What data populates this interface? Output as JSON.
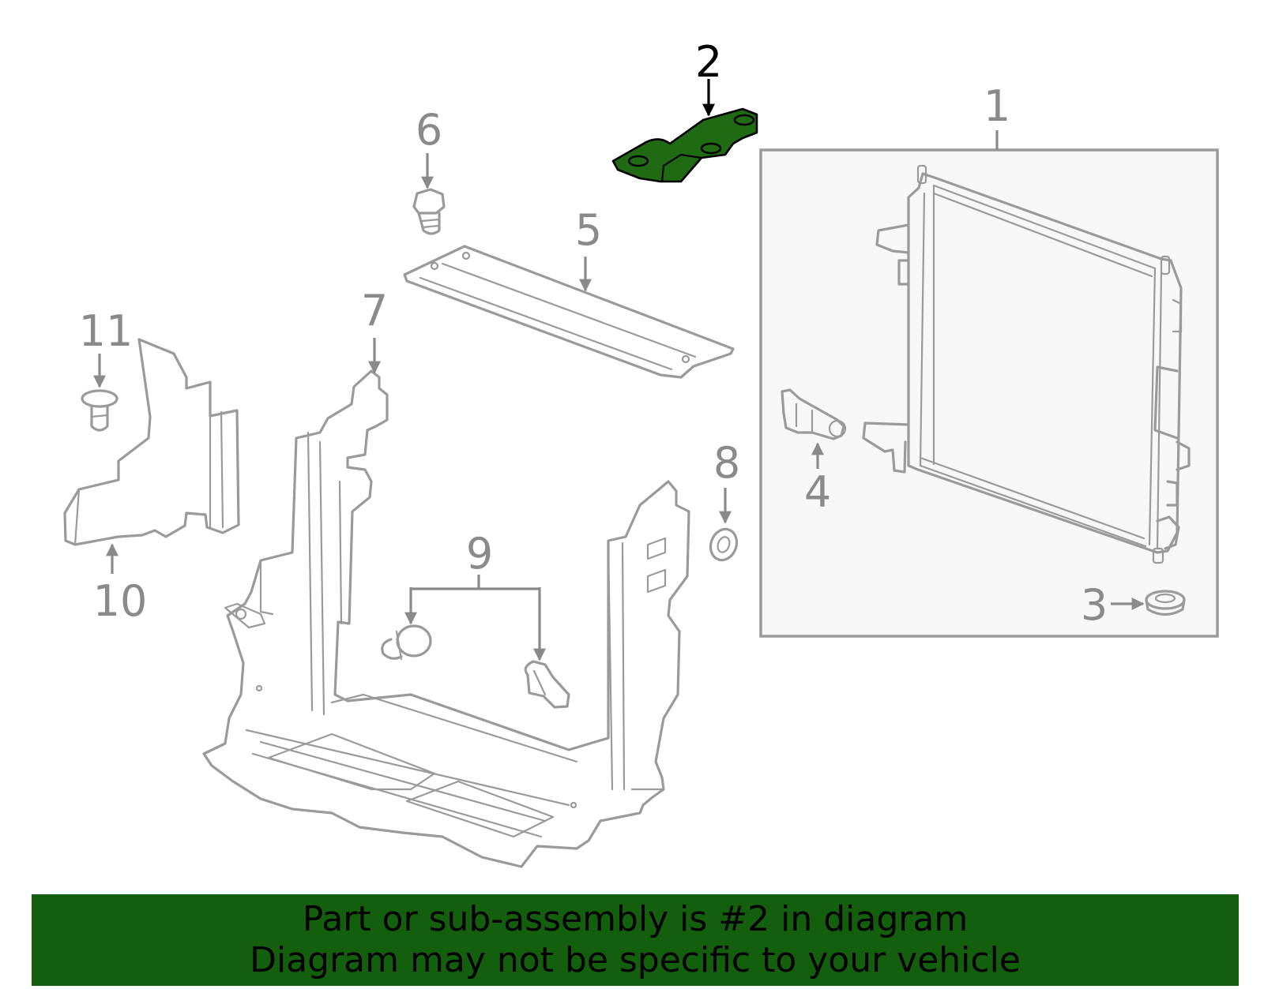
{
  "diagram": {
    "callouts": [
      {
        "id": "1",
        "text": "1"
      },
      {
        "id": "2",
        "text": "2",
        "highlighted": true
      },
      {
        "id": "3",
        "text": "3"
      },
      {
        "id": "4",
        "text": "4"
      },
      {
        "id": "5",
        "text": "5"
      },
      {
        "id": "6",
        "text": "6"
      },
      {
        "id": "7",
        "text": "7"
      },
      {
        "id": "8",
        "text": "8"
      },
      {
        "id": "9",
        "text": "9"
      },
      {
        "id": "10",
        "text": "10"
      },
      {
        "id": "11",
        "text": "11"
      }
    ],
    "colors": {
      "highlight_part": "#1f6a12",
      "line_art": "#9a9a9a",
      "callout_text": "#8a8a8a",
      "inset_background": "#f7f7f7"
    }
  },
  "banner": {
    "line1": "Part or sub-assembly is #2 in diagram",
    "line2": "Diagram may not be specific to your vehicle",
    "background": "#135f0d"
  }
}
